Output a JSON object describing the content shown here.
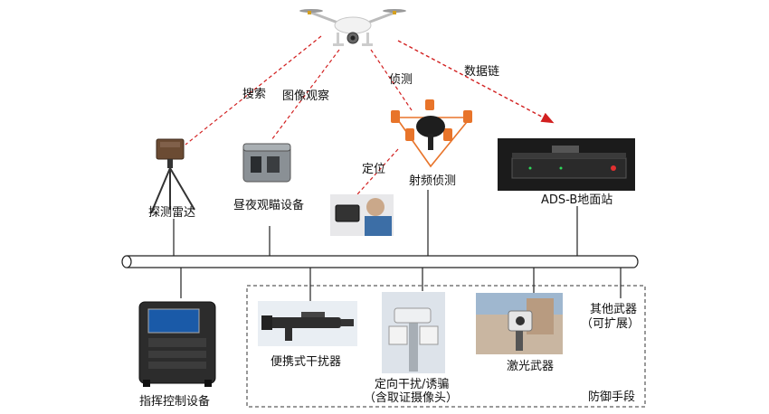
{
  "labels": {
    "search": "搜索",
    "image_observe": "图像观察",
    "detect": "侦测",
    "datalink": "数据链",
    "locate": "定位",
    "rf_detect": "射频侦测",
    "radar": "探测雷达",
    "day_night": "昼夜观瞄设备",
    "adsb": "ADS-B地面站",
    "command": "指挥控制设备",
    "portable_jammer": "便携式干扰器",
    "directional_jammer_1": "定向干扰/诱骗",
    "directional_jammer_2": "（含取证摄像头）",
    "laser": "激光武器",
    "other_weapons_1": "其他武器",
    "other_weapons_2": "（可扩展）",
    "defense": "防御手段"
  },
  "colors": {
    "red_link": "#d22020",
    "orange_rf": "#e8742a",
    "line": "#222222"
  }
}
